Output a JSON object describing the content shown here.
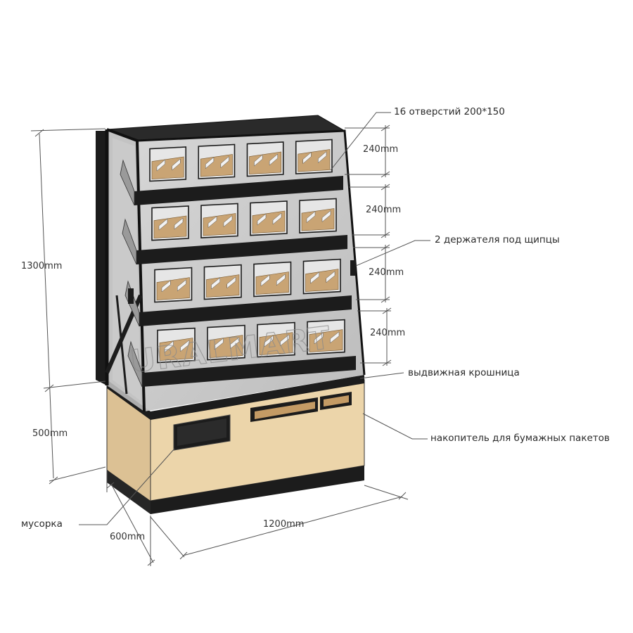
{
  "diagram": {
    "callouts": {
      "holes": "16 отверстий 200*150",
      "tong_holders": "2 держателя под щипцы",
      "crumb_tray": "выдвижная крошница",
      "bag_storage": "накопитель для бумажных пакетов",
      "trash_bin": "мусорка"
    },
    "dimensions": {
      "total_height": "1300mm",
      "base_height": "500mm",
      "depth": "600mm",
      "width": "1200mm",
      "tier_1": "240mm",
      "tier_2": "240mm",
      "tier_3": "240mm",
      "tier_4": "240mm"
    },
    "watermark": "URALMART",
    "colors": {
      "frame": "#1c1c1c",
      "wood": "#e8cfa2",
      "wood_dark": "#d6b886",
      "glass": "#c9c9c9",
      "tray_wood": "#c9a474",
      "leader": "#555555"
    }
  }
}
